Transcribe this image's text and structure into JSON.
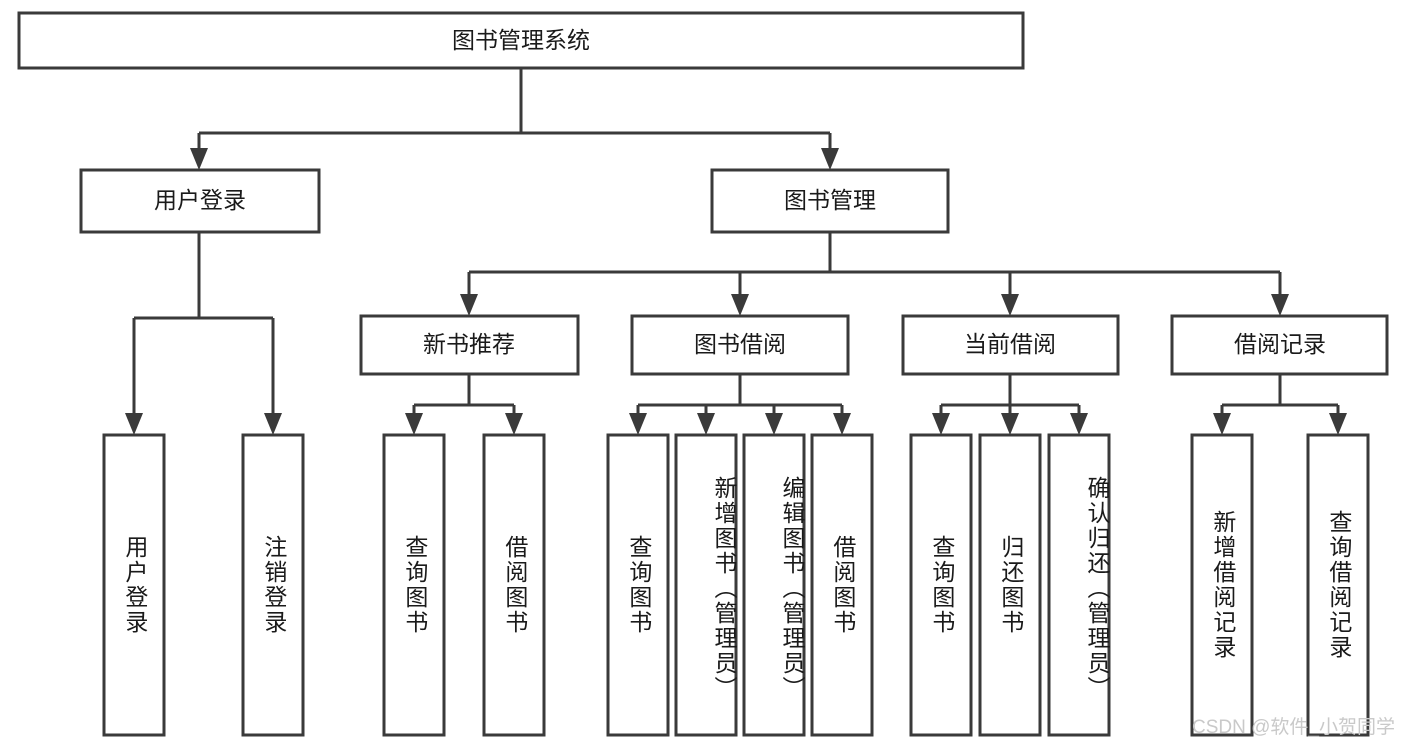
{
  "diagram": {
    "title": "图书管理系统",
    "type": "hierarchy-tree",
    "watermark": "CSDN @软件_小贺同学",
    "colors": {
      "stroke": "#3a3a3a",
      "fill": "#ffffff",
      "text": "#1a1a1a",
      "watermark": "#c9c9c9"
    },
    "levels": {
      "root": {
        "label": "图书管理系统"
      },
      "level2": [
        {
          "id": "user-login",
          "label": "用户登录"
        },
        {
          "id": "book-manage",
          "label": "图书管理"
        }
      ],
      "level3": [
        {
          "id": "new-book-recommend",
          "label": "新书推荐"
        },
        {
          "id": "book-borrow",
          "label": "图书借阅"
        },
        {
          "id": "current-borrow",
          "label": "当前借阅"
        },
        {
          "id": "borrow-record",
          "label": "借阅记录"
        }
      ],
      "leaves": {
        "user-login": [
          {
            "id": "leaf-user-login",
            "label": "用户登录"
          },
          {
            "id": "leaf-logout",
            "label": "注销登录"
          }
        ],
        "new-book-recommend": [
          {
            "id": "leaf-query-book-1",
            "label": "查询图书"
          },
          {
            "id": "leaf-borrow-book-1",
            "label": "借阅图书"
          }
        ],
        "book-borrow": [
          {
            "id": "leaf-query-book-2",
            "label": "查询图书"
          },
          {
            "id": "leaf-add-book",
            "label": "新增图书（管理员）"
          },
          {
            "id": "leaf-edit-book",
            "label": "编辑图书（管理员）"
          },
          {
            "id": "leaf-borrow-book-2",
            "label": "借阅图书"
          }
        ],
        "current-borrow": [
          {
            "id": "leaf-query-book-3",
            "label": "查询图书"
          },
          {
            "id": "leaf-return-book",
            "label": "归还图书"
          },
          {
            "id": "leaf-confirm-return",
            "label": "确认归还（管理员）"
          }
        ],
        "borrow-record": [
          {
            "id": "leaf-add-record",
            "label": "新增借阅记录"
          },
          {
            "id": "leaf-query-record",
            "label": "查询借阅记录"
          }
        ]
      }
    }
  }
}
